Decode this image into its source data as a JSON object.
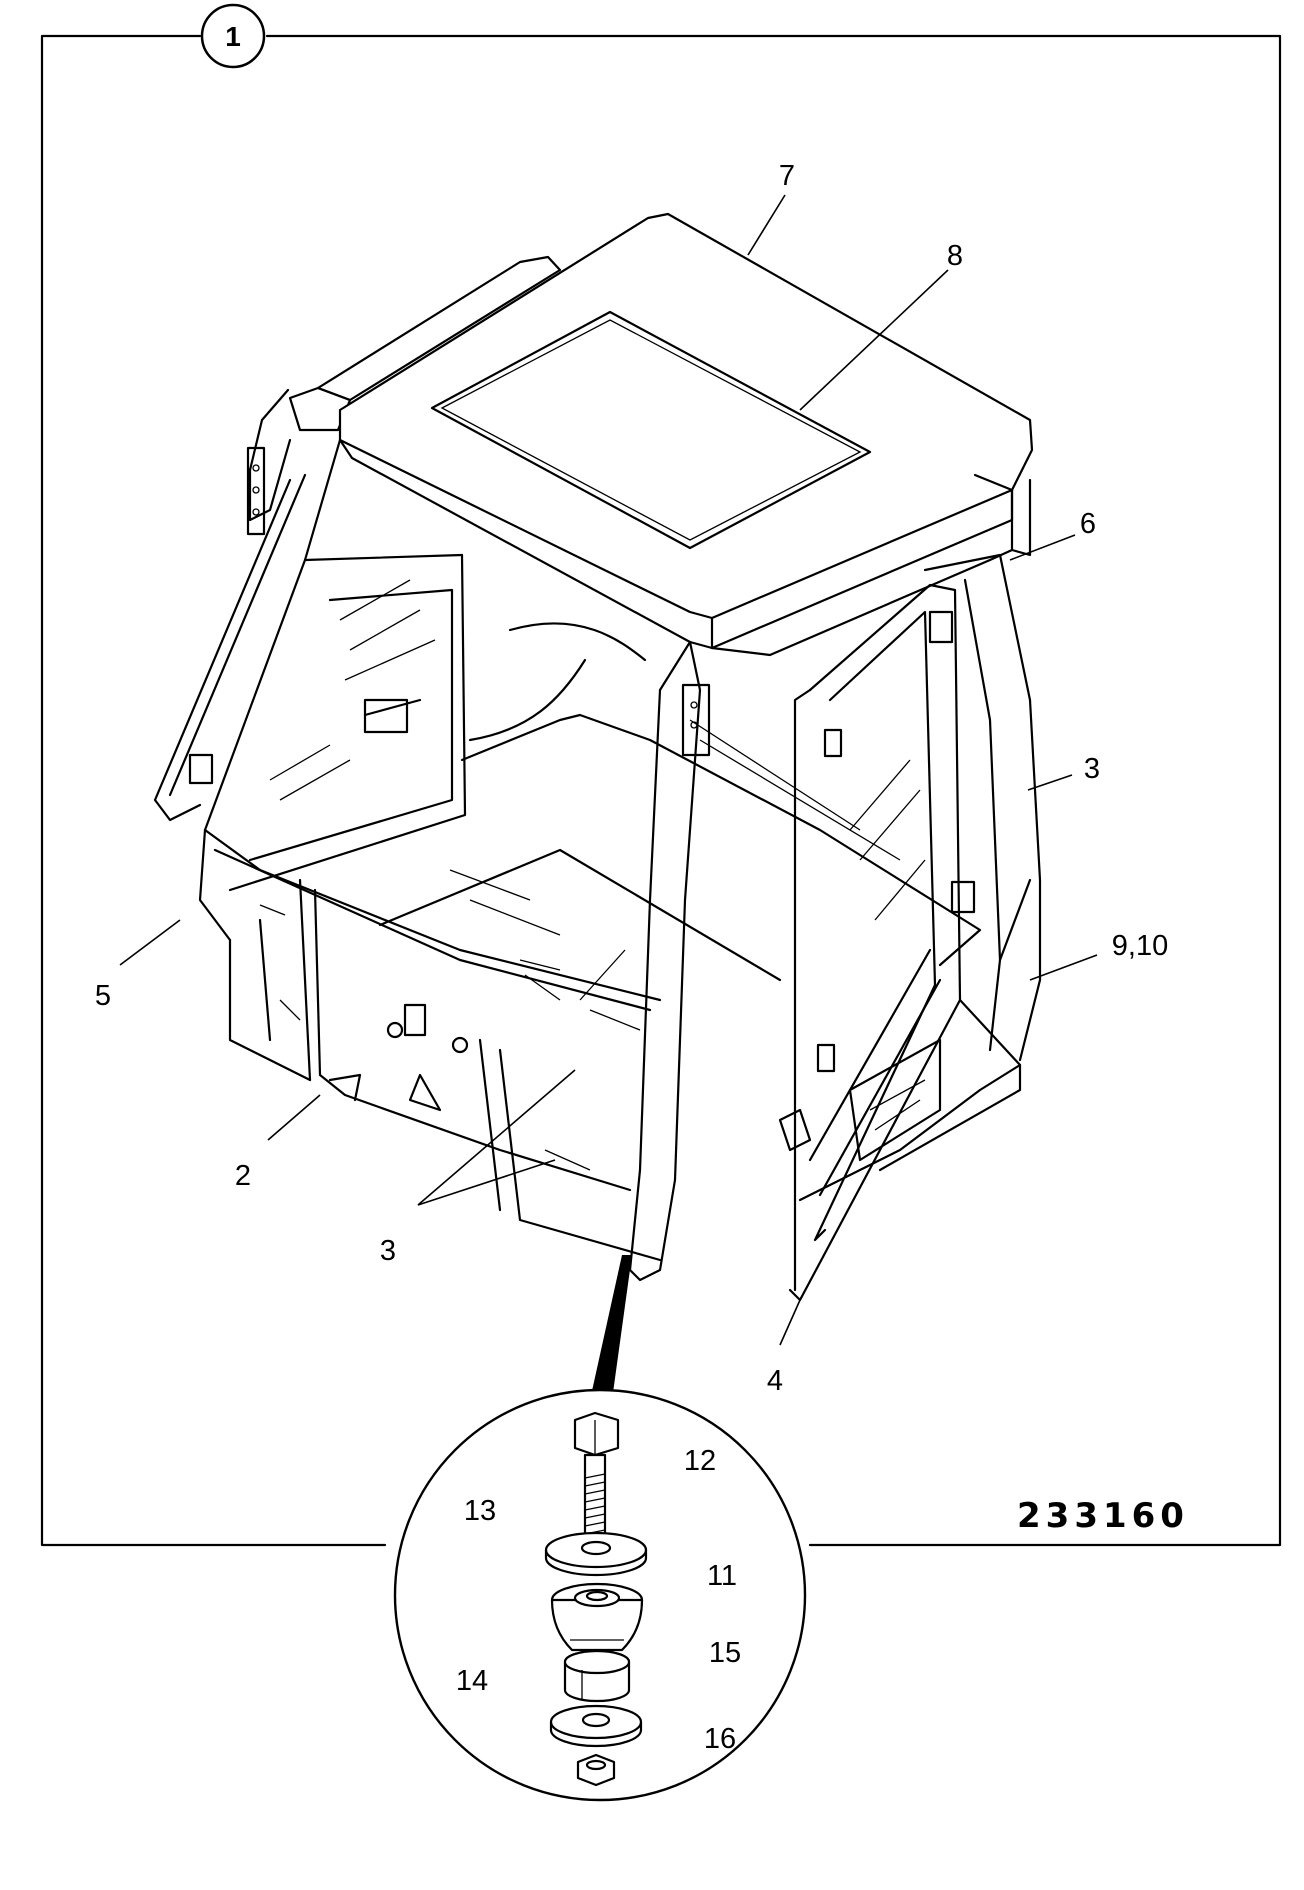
{
  "figure_number": "1",
  "drawing_number": "233160",
  "callouts": {
    "c7": "7",
    "c8": "8",
    "c6": "6",
    "c3_right": "3",
    "c9_10": "9,10",
    "c5": "5",
    "c2": "2",
    "c3_bottom": "3",
    "c4": "4",
    "c12": "12",
    "c13": "13",
    "c11": "11",
    "c15": "15",
    "c14": "14",
    "c16": "16"
  }
}
